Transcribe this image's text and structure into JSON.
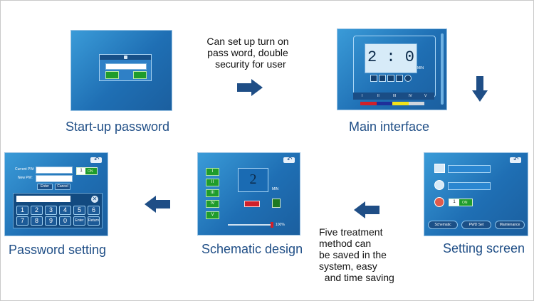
{
  "note_top": "Can set up turn on\npass word, double\n  security for user",
  "note_bottom": "Five treatment\nmethod can\nbe saved in the\nsystem, easy\n  and time saving",
  "screens": {
    "startup": {
      "caption": "Start-up password"
    },
    "main": {
      "caption": "Main interface",
      "timer": "2 : 0",
      "unit": "MIN",
      "levels": [
        "I",
        "II",
        "III",
        "IV",
        "V"
      ]
    },
    "setting": {
      "caption": "Setting screen",
      "toggle_value": "1",
      "toggle_on": "ON",
      "buttons": [
        "Schematic",
        "PWD Set",
        "Maintenance"
      ]
    },
    "schematic": {
      "caption": "Schematic design",
      "value": "2",
      "unit": "MIN",
      "percent": "100%",
      "levels": [
        "I",
        "II",
        "III",
        "IV",
        "V"
      ]
    },
    "password": {
      "caption": "Password setting",
      "current_label": "Current PW:",
      "new_label": "New PW:",
      "toggle_value": "1",
      "toggle_on": "ON",
      "enter": "Enter",
      "cancel": "Cancel",
      "keys_row1": [
        "1",
        "2",
        "3",
        "4",
        "5",
        "6"
      ],
      "keys_row2": [
        "7",
        "8",
        "9",
        "0",
        "Enter",
        "Return"
      ]
    }
  },
  "colors": {
    "caption": "#1f4e86",
    "arrow": "#1f4e86",
    "panel": "#1f6fb4"
  }
}
